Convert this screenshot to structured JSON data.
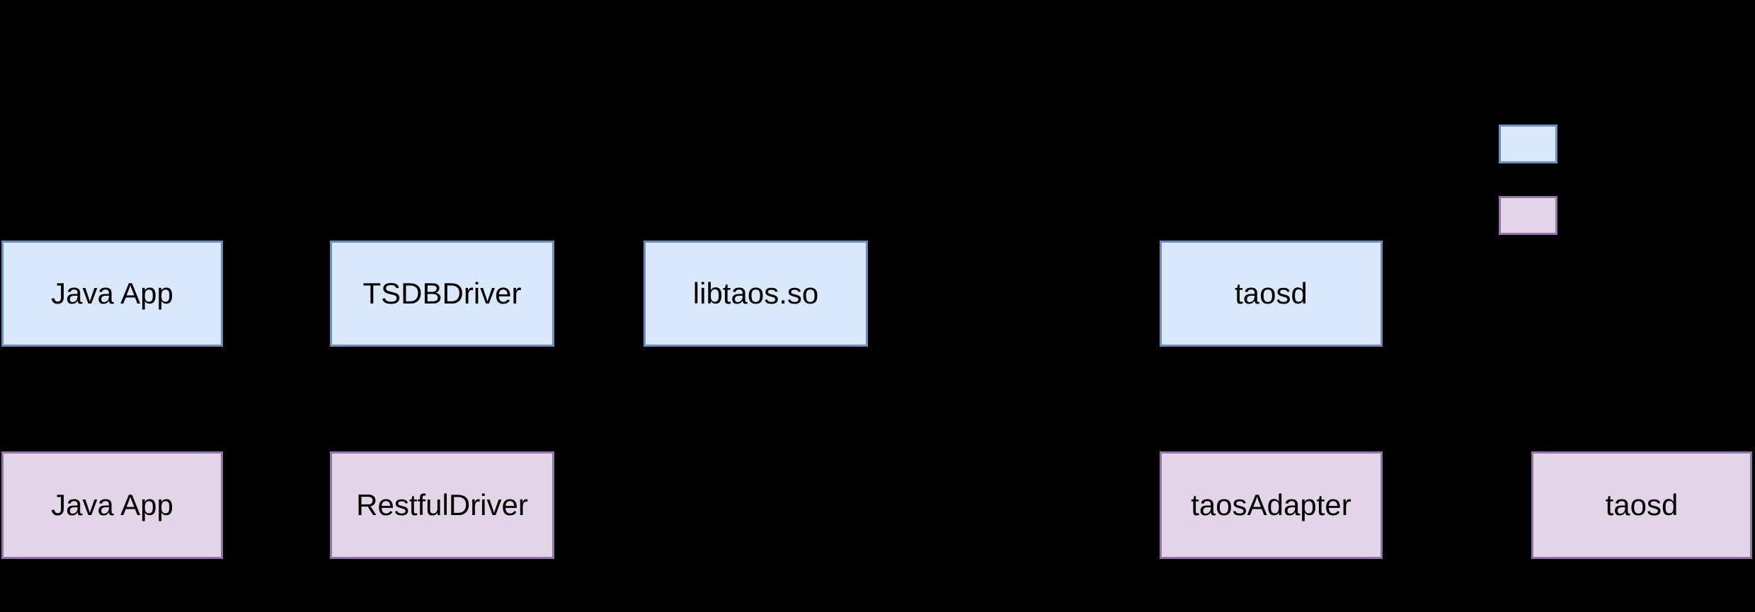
{
  "nodes": [
    {
      "id": "java-app-jni",
      "label": "Java App",
      "path": "jni"
    },
    {
      "id": "tsdb-driver",
      "label": "TSDBDriver",
      "path": "jni"
    },
    {
      "id": "libtaos-so",
      "label": "libtaos.so",
      "path": "jni"
    },
    {
      "id": "taosd-jni",
      "label": "taosd",
      "path": "jni"
    },
    {
      "id": "java-app-rest",
      "label": "Java App",
      "path": "rest"
    },
    {
      "id": "restful-driver",
      "label": "RestfulDriver",
      "path": "rest"
    },
    {
      "id": "taos-adapter",
      "label": "taosAdapter",
      "path": "rest"
    },
    {
      "id": "taosd-rest",
      "label": "taosd",
      "path": "rest"
    }
  ],
  "connectors": [
    {
      "from": "java-app-jni",
      "to": "tsdb-driver",
      "style": "double-arrow"
    },
    {
      "from": "tsdb-driver",
      "to": "libtaos-so",
      "style": "double-arrow"
    },
    {
      "from": "libtaos-so",
      "to": "taosd-jni",
      "style": "double-arrow"
    },
    {
      "from": "java-app-rest",
      "to": "restful-driver",
      "style": "double-arrow"
    },
    {
      "from": "restful-driver",
      "to": "taos-adapter",
      "style": "double-arrow"
    },
    {
      "from": "taos-adapter",
      "to": "taosd-rest",
      "style": "double-arrow"
    }
  ],
  "legend": {
    "swatches": [
      {
        "id": "jni-swatch",
        "fill": "#dae8fc",
        "stroke": "#6c8ebf"
      },
      {
        "id": "rest-swatch",
        "fill": "#e1d5e7",
        "stroke": "#9673a6"
      }
    ]
  },
  "colors": {
    "background": "#000000",
    "jni_fill": "#dae8fc",
    "jni_stroke": "#6c8ebf",
    "rest_fill": "#e1d5e7",
    "rest_stroke": "#9673a6",
    "connector": "#000000",
    "text": "#000000"
  }
}
